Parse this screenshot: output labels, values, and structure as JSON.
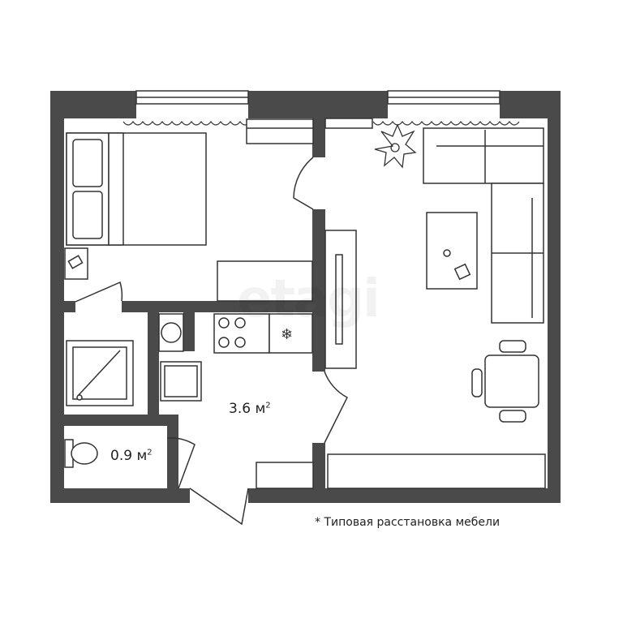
{
  "areas": {
    "hallway": "3.6 м",
    "wc": "0.9 м",
    "unit_sup": "2"
  },
  "note": "* Типовая расстановка мебели",
  "watermark": "etagi",
  "colors": {
    "wall": "#4a4a4a",
    "line": "#333333",
    "background": "#ffffff"
  }
}
